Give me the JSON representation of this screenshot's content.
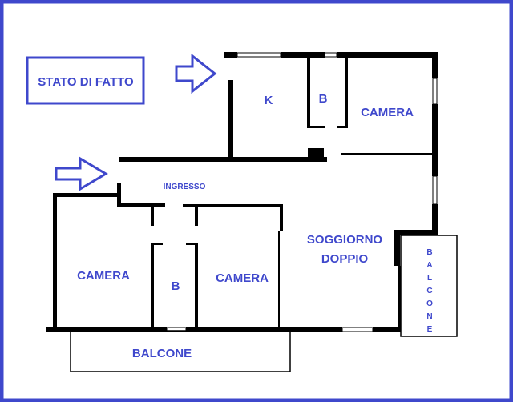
{
  "title": "STATO DI FATTO",
  "colors": {
    "accent": "#3f48cc",
    "wall": "#000000"
  },
  "icons": [
    "entrance-arrow-icon",
    "entrance-arrow-icon"
  ],
  "rooms": {
    "kitchen": "K",
    "bath_top": "B",
    "camera_top": "CAMERA",
    "ingresso": "INGRESSO",
    "soggiorno_line1": "SOGGIORNO",
    "soggiorno_line2": "DOPPIO",
    "camera_left": "CAMERA",
    "bath_center": "B",
    "camera_center": "CAMERA",
    "balcone_bottom": "BALCONE",
    "balcone_right_letters": [
      "B",
      "A",
      "L",
      "C",
      "O",
      "N",
      "E"
    ]
  }
}
